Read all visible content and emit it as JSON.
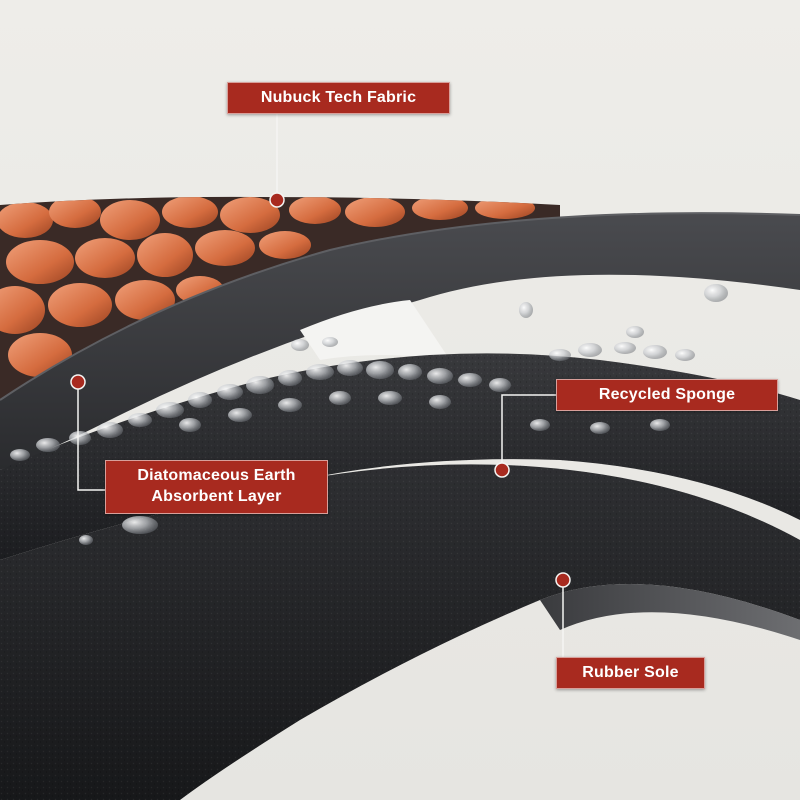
{
  "labels": {
    "nubuck": "Nubuck Tech Fabric",
    "sponge": "Recycled Sponge",
    "earth_line1": "Diatomaceous Earth",
    "earth_line2": "Absorbent Layer",
    "sole": "Rubber Sole"
  },
  "colors": {
    "label_bg": "#a82a1f",
    "marker": "#a82a1f",
    "background": "#ecebe8",
    "pebble": "#d9784a",
    "layer_dark": "#2b2c2f",
    "sole_dark": "#1f2023"
  }
}
